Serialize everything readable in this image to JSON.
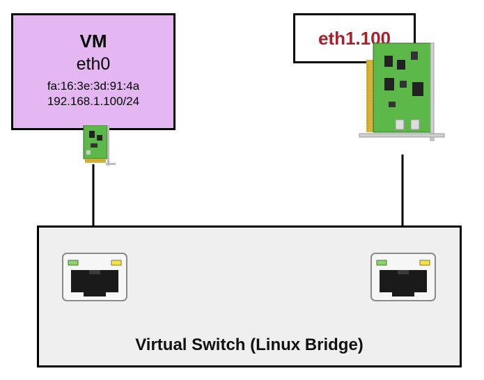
{
  "vm": {
    "title": "VM",
    "interface": "eth0",
    "mac": "fa:16:3e:3d:91:4a",
    "ip": "192.168.1.100/24"
  },
  "host_interface": {
    "label": "eth1.100"
  },
  "switch": {
    "label": "Virtual Switch (Linux Bridge)"
  },
  "colors": {
    "vm_fill": "#e4b6f2",
    "host_label": "#a3222b",
    "switch_fill": "#efefef",
    "card_pcb": "#5db84a",
    "port_led_green": "#8bd36a",
    "port_led_yellow": "#f2e24a"
  },
  "icons": [
    "network-card-icon",
    "ethernet-port-icon"
  ]
}
